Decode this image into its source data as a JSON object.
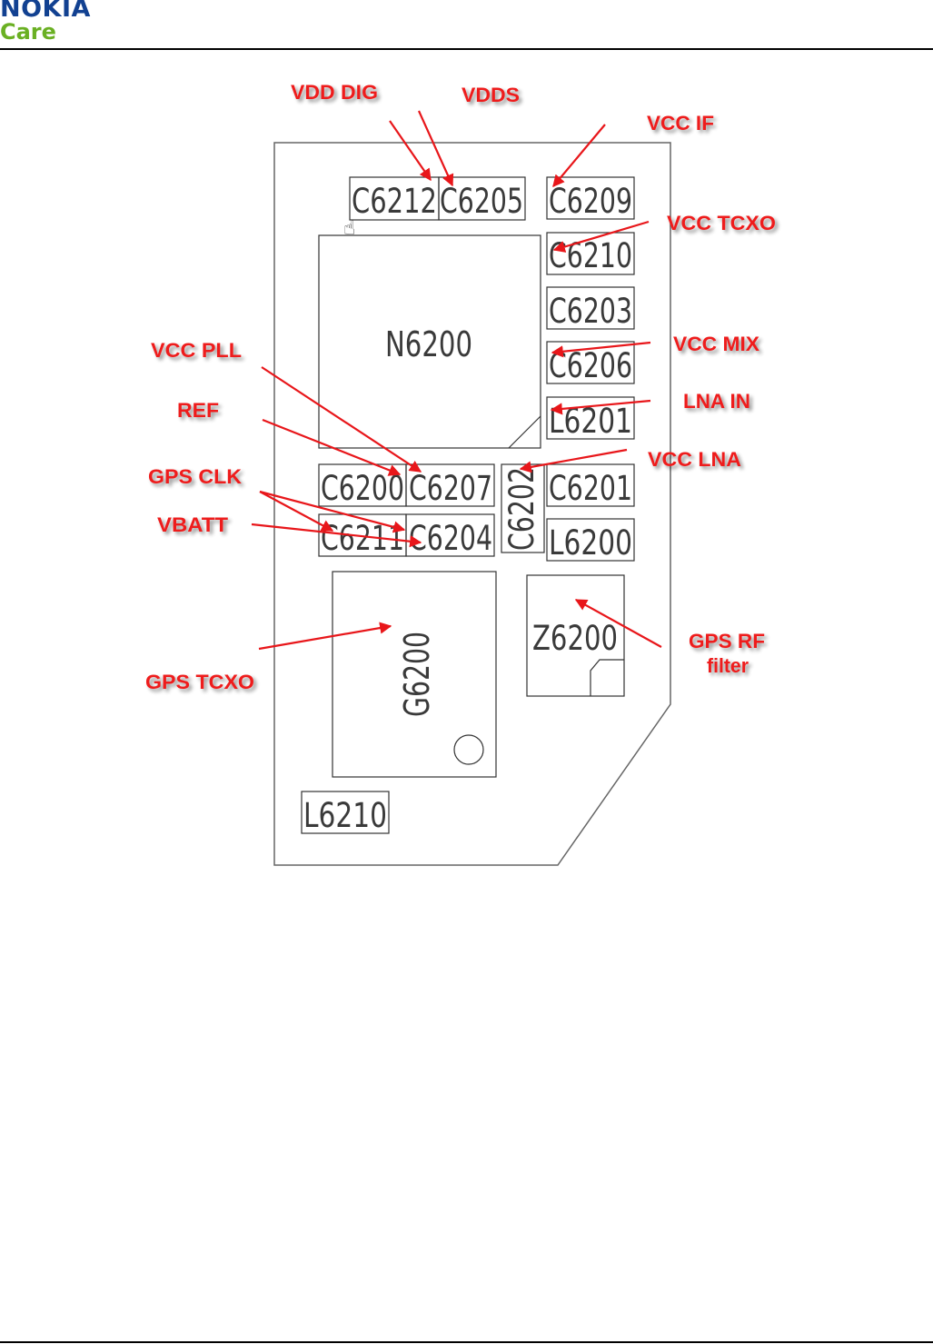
{
  "header": {
    "logo_brand": "NOKIA",
    "logo_sub": "Care",
    "brand_color": "#124191",
    "care_color": "#6ab023"
  },
  "diagram": {
    "components": {
      "c6212": "C6212",
      "c6205": "C6205",
      "c6209": "C6209",
      "c6210": "C6210",
      "c6203": "C6203",
      "c6206": "C6206",
      "l6201": "L6201",
      "n6200": "N6200",
      "c6200": "C6200",
      "c6207": "C6207",
      "c6202": "C6202",
      "c6201": "C6201",
      "c6211": "C6211",
      "c6204": "C6204",
      "l6200": "L6200",
      "g6200": "G6200",
      "z6200": "Z6200",
      "l6210": "L6210"
    },
    "nets": {
      "vdd_dig": "VDD DIG",
      "vdds": "VDDS",
      "vcc_if": "VCC IF",
      "vcc_tcxo": "VCC  TCXO",
      "vcc_mix": "VCC MIX",
      "lna_in": "LNA IN",
      "vcc_lna": "VCC LNA",
      "vcc_pll": "VCC PLL",
      "ref": "REF",
      "gps_clk": "GPS CLK",
      "vbatt": "VBATT",
      "gps_tcxo": "GPS  TCXO",
      "gps_rf_filter_line1": "GPS RF",
      "gps_rf_filter_line2": "filter"
    },
    "arrow_color": "#e8161a",
    "outline_color": "#555555"
  }
}
